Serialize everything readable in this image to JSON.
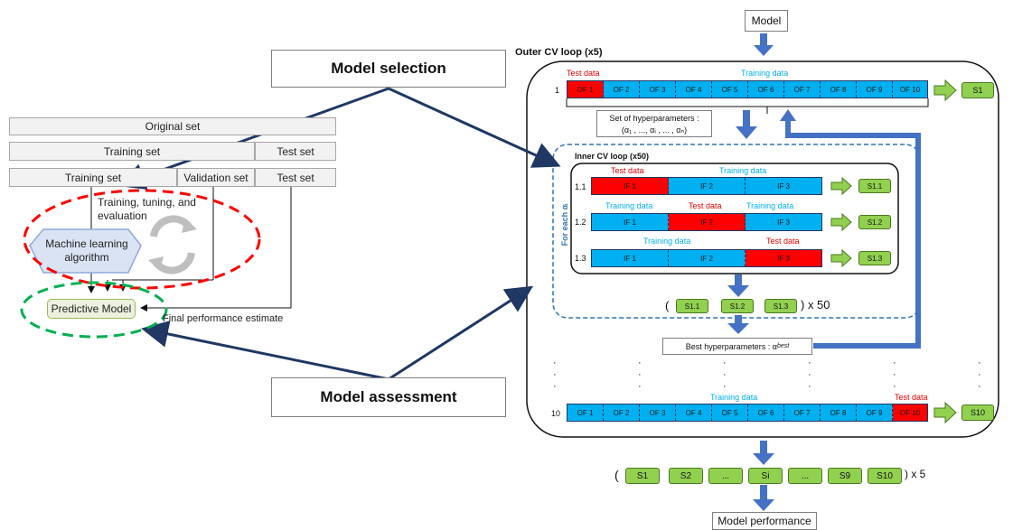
{
  "top": {
    "model": "Model",
    "model_selection": "Model selection",
    "model_assessment": "Model assessment",
    "model_performance": "Model performance"
  },
  "left": {
    "original_set": "Original set",
    "training_set": "Training set",
    "test_set": "Test set",
    "training_set2": "Training set",
    "validation_set": "Validation set",
    "test_set2": "Test set",
    "training_tuning": "Training, tuning, and evaluation",
    "ml_algorithm": "Machine learning algorithm",
    "predictive_model": "Predictive Model",
    "final_estimate": "Final performance estimate"
  },
  "outer": {
    "title": "Outer CV loop (x5)",
    "test_data": "Test data",
    "training_data": "Training data",
    "row1_index": "1",
    "row10_index": "10",
    "folds": [
      "OF 1",
      "OF 2",
      "OF 3",
      "OF 4",
      "OF 5",
      "OF 6",
      "OF 7",
      "OF 8",
      "OF 9",
      "OF 10"
    ],
    "s1": "S1",
    "s10": "S10",
    "hyper_line1": "Set of hyperparameters :",
    "hyper_line2": "(α₁ , ..., αᵢ , ... , αₙ)",
    "best_hyper": "Best hyperparameters : α",
    "best_sub": "best",
    "dot": "·"
  },
  "inner": {
    "title": "Inner CV loop (x50)",
    "for_each": "For each αᵢ",
    "test_data": "Test data",
    "training_data": "Training data",
    "rows": [
      {
        "idx": "1.1",
        "result": "S1.1"
      },
      {
        "idx": "1.2",
        "result": "S1.2"
      },
      {
        "idx": "1.3",
        "result": "S1.3"
      }
    ],
    "folds": [
      "IF 1",
      "IF 2",
      "IF 3"
    ],
    "collect_open": "(",
    "collect_close": ") x 50"
  },
  "final": {
    "open": "(",
    "close": ") x 5",
    "items": [
      "S1",
      "S2",
      "...",
      "Si",
      "...",
      "S9",
      "S10"
    ]
  },
  "colors": {
    "red": "#ff0000",
    "training_blue": "#00b0f0",
    "result_green": "#92d050",
    "arrow_blue": "#4472c4",
    "navy": "#1f3864",
    "dashed_red": "#ff0000",
    "dashed_green": "#00b050"
  }
}
